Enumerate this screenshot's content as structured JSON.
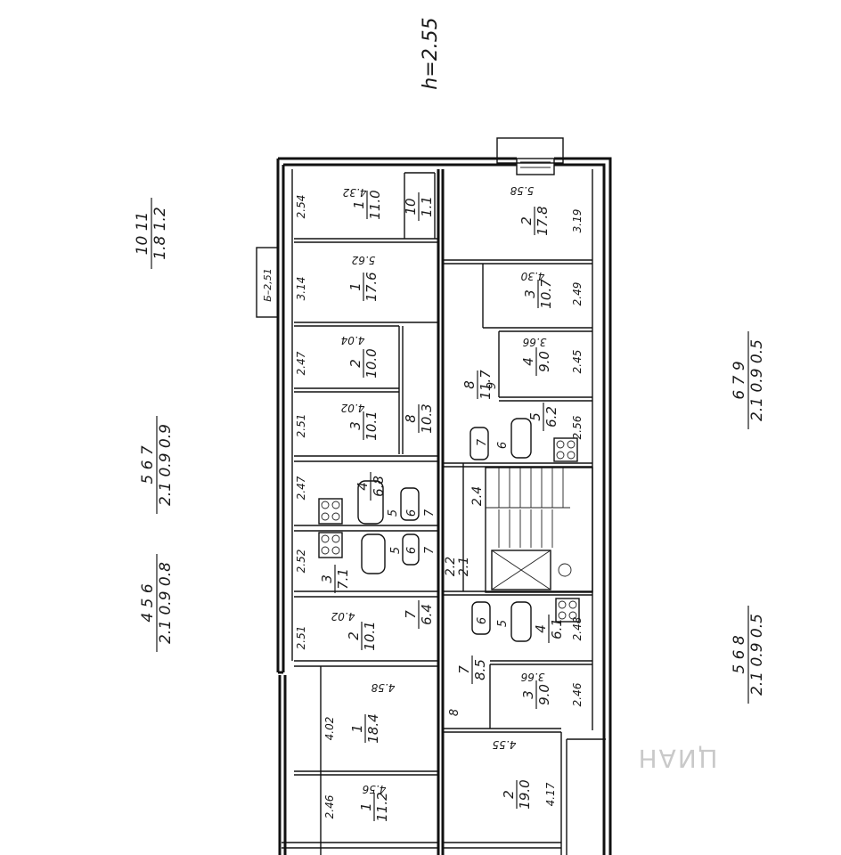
{
  "ceiling_height": "h=2.55",
  "balcony_label": "Б–2,51",
  "watermark": "ЦИАН",
  "side_fractions": [
    {
      "num": "10  11",
      "den": "1.8  1.2"
    },
    {
      "num": "5  6  7",
      "den": "2.1  0.9  0.9"
    },
    {
      "num": "4  5  6",
      "den": "2.1  0.9  0.8"
    },
    {
      "num": "6  7  9",
      "den": "2.1  0.9  0.5"
    },
    {
      "num": "5  6  8",
      "den": "2.1  0.9  0.5"
    }
  ],
  "rooms": [
    {
      "num": "1",
      "area": "11.0",
      "width": "2.54",
      "length": "4.32"
    },
    {
      "num": "10",
      "area": "1.1"
    },
    {
      "num": "2",
      "area": "17.8",
      "width": "3.19",
      "length": "5.58"
    },
    {
      "num": "1",
      "area": "17.6",
      "width": "3.14",
      "length": "5.62"
    },
    {
      "num": "3",
      "area": "10.7",
      "width": "2.49",
      "length": "4.30"
    },
    {
      "num": "2",
      "area": "10.0",
      "width": "2.47",
      "length": "4.04"
    },
    {
      "num": "8",
      "area": "11.7"
    },
    {
      "num": "4",
      "area": "9.0",
      "width": "2.45",
      "length": "3.66"
    },
    {
      "num": "3",
      "area": "10.1",
      "width": "2.51",
      "length": "4.02"
    },
    {
      "num": "8",
      "area": "10.3"
    },
    {
      "num": "5",
      "area": "6.2",
      "width": "2.56"
    },
    {
      "num": "4",
      "area": "6.8",
      "width": "2.47"
    },
    {
      "num": "3",
      "area": "7.1",
      "width": "2.52"
    },
    {
      "num": "2",
      "area": "10.1",
      "width": "2.51",
      "length": "4.02"
    },
    {
      "num": "7",
      "area": "6.4"
    },
    {
      "num": "4",
      "area": "6.1",
      "width": "2.48"
    },
    {
      "num": "7",
      "area": "8.5"
    },
    {
      "num": "3",
      "area": "9.0",
      "width": "2.46",
      "length": "3.66"
    },
    {
      "num": "1",
      "area": "18.4",
      "width": "4.02",
      "length": "4.58"
    },
    {
      "num": "2",
      "area": "19.0",
      "width": "4.17",
      "length": "4.55"
    },
    {
      "num": "1",
      "area": "11.2",
      "width": "2.46",
      "length": "4.56"
    }
  ],
  "small_labels": [
    "2.4",
    "2.2",
    "2.1",
    "5",
    "6",
    "7",
    "6",
    "7",
    "5",
    "6",
    "7",
    "6",
    "5",
    "9",
    "8"
  ]
}
